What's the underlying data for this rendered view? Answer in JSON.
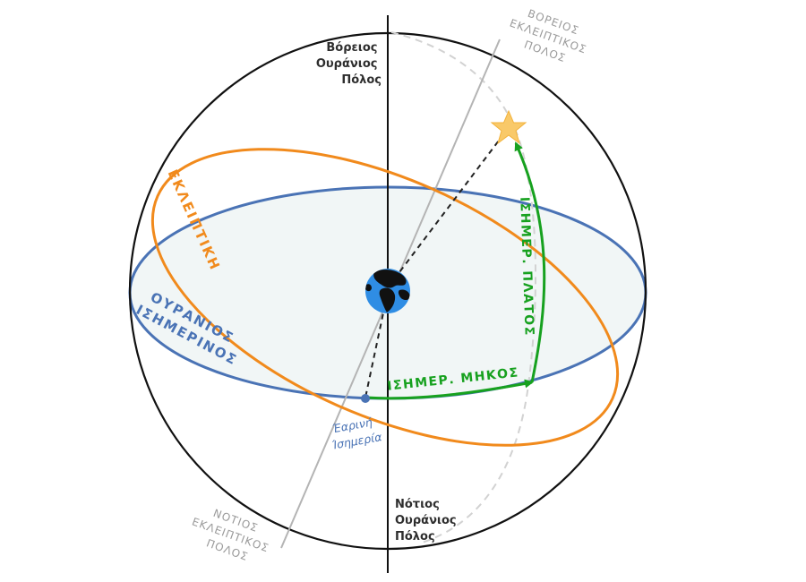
{
  "labels": {
    "north_celestial_pole": [
      "Βόρειος",
      "Ουράνιος",
      "Πόλος"
    ],
    "south_celestial_pole": [
      "Νότιος",
      "Ουράνιος",
      "Πόλος"
    ],
    "north_ecliptic_pole": [
      "ΒΟΡΕΙΟΣ",
      "ΕΚΛΕΙΠΤΙΚΟΣ",
      "ΠΟΛΟΣ"
    ],
    "south_ecliptic_pole": [
      "ΝΟΤΙΟΣ",
      "ΕΚΛΕΙΠΤΙΚΟΣ",
      "ΠΟΛΟΣ"
    ],
    "ecliptic": "ΕΚΛΕΙΠΤΙΚΗ",
    "celestial_equator": [
      "ΟΥΡΑΝΙΟΣ",
      "ΙΣΗΜΕΡΙΝΟΣ"
    ],
    "vernal_equinox": [
      "Έαρινή",
      "Ίσημερία"
    ],
    "right_ascension": "ΙΣΗΜΕΡ. ΜΗΚΟΣ",
    "declination": "ΙΣΗΜΕΡ. ΠΛΑΤΟΣ"
  },
  "colors": {
    "ecliptic": "#f18a1c",
    "equator": "#4a73b5",
    "equator_fill": "#f1f6f6",
    "coordinate_arrows": "#17a11f",
    "star": "#f9c969",
    "sphere_outline": "#111111",
    "ecliptic_axis": "#b4b4b4"
  },
  "icons": {
    "star": "star-icon",
    "earth": "earth-globe-icon"
  }
}
